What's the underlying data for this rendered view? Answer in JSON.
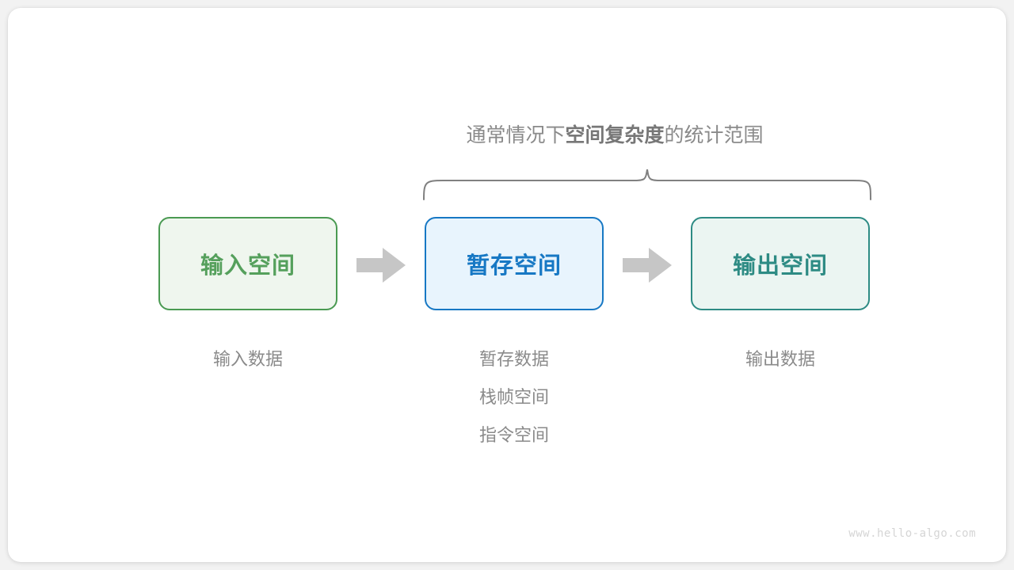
{
  "canvas": {
    "background": "#f2f2f2",
    "card_background": "#ffffff"
  },
  "scope_label": {
    "prefix": "通常情况下",
    "emphasis": "空间复杂度",
    "suffix": "的统计范围",
    "color": "#8a8a8a"
  },
  "brace": {
    "name": "curly-brace",
    "color": "#808080"
  },
  "boxes": [
    {
      "id": "input",
      "label": "输入空间",
      "border_color": "#4a9a52",
      "fill_color": "#eff6ee",
      "text_color": "#55a05c"
    },
    {
      "id": "temp",
      "label": "暂存空间",
      "border_color": "#1778c4",
      "fill_color": "#e8f4fd",
      "text_color": "#1778c4"
    },
    {
      "id": "output",
      "label": "输出空间",
      "border_color": "#2d8b84",
      "fill_color": "#ebf5f2",
      "text_color": "#2d8b84"
    }
  ],
  "arrows": [
    {
      "id": "arrow-1",
      "color": "#c6c6c6"
    },
    {
      "id": "arrow-2",
      "color": "#c6c6c6"
    }
  ],
  "captions": {
    "input": [
      "输入数据"
    ],
    "temp": [
      "暂存数据",
      "栈帧空间",
      "指令空间"
    ],
    "output": [
      "输出数据"
    ],
    "color": "#8a8a8a"
  },
  "watermark": {
    "text": "www.hello-algo.com",
    "color": "#d5d5d5"
  }
}
